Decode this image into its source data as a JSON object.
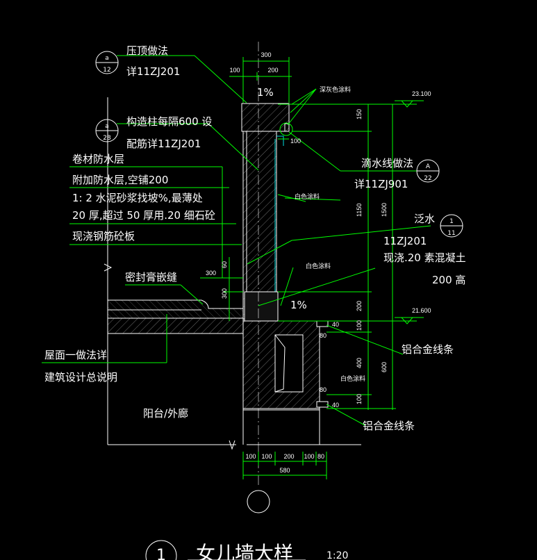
{
  "colors": {
    "background": "#000000",
    "lines": "#00ff00",
    "text": "#ffffff",
    "concrete": "#00e0e0"
  },
  "callouts": {
    "coping": {
      "label": "压顶做法",
      "ref": "详11ZJ201",
      "bubble_top": "a",
      "bubble_bottom": "12"
    },
    "column": {
      "label": "构造柱每隔600  设",
      "ref": "配筋详11ZJ201",
      "bubble_top": "a",
      "bubble_bottom": "28"
    },
    "drip": {
      "label": "滴水线做法",
      "ref": "详11ZJ901",
      "bubble_top": "A",
      "bubble_bottom": "22"
    },
    "flashing": {
      "label": "泛水",
      "ref": "11ZJ201",
      "bubble_top": "1",
      "bubble_bottom": "11"
    }
  },
  "notes": {
    "membrane": "卷材防水层",
    "extra_membrane": "附加防水层,空铺200",
    "mortar_line1": "1: 2 水泥砂浆找坡%,最薄处",
    "mortar_line2": "20 厚,超过 50 厚用.20  细石砼",
    "slab": "现浇钢筋砼板",
    "sealant": "密封膏嵌缝",
    "curb_line1": "现浇.20  素混凝土",
    "curb_line2": "200  高",
    "roof_line1": "屋面一做法详",
    "roof_line2": "建筑设计总说明",
    "balcony": "阳台/外廊",
    "dark_paint": "深灰色涂料",
    "white_paint_1": "白色涂料",
    "white_paint_2": "白色涂料",
    "white_paint_3": "白色涂料",
    "trim_1": "铝合金线条",
    "trim_2": "铝合金线条"
  },
  "slopes": {
    "top": "1%",
    "bottom": "1%"
  },
  "elevations": {
    "top": "23.100",
    "bottom": "21.600"
  },
  "dimensions": {
    "top_300": "300",
    "top_100": "100",
    "top_200": "200",
    "right_150": "150",
    "right_1150": "1150",
    "right_1500": "1500",
    "right_200": "200",
    "right_100a": "100",
    "right_400": "400",
    "right_600": "600",
    "right_100b": "100",
    "small_40a": "40",
    "small_40b": "40",
    "small_80a": "80",
    "small_80b": "80",
    "side_100": "100",
    "left_60": "60",
    "left_300": "300",
    "left_300b": "300",
    "bottom_100a": "100",
    "bottom_100b": "100",
    "bottom_200": "200",
    "bottom_100c": "100",
    "bottom_80": "80",
    "bottom_total": "580"
  },
  "title": {
    "number": "1",
    "text": "女儿墙大样",
    "scale": "1:20"
  }
}
